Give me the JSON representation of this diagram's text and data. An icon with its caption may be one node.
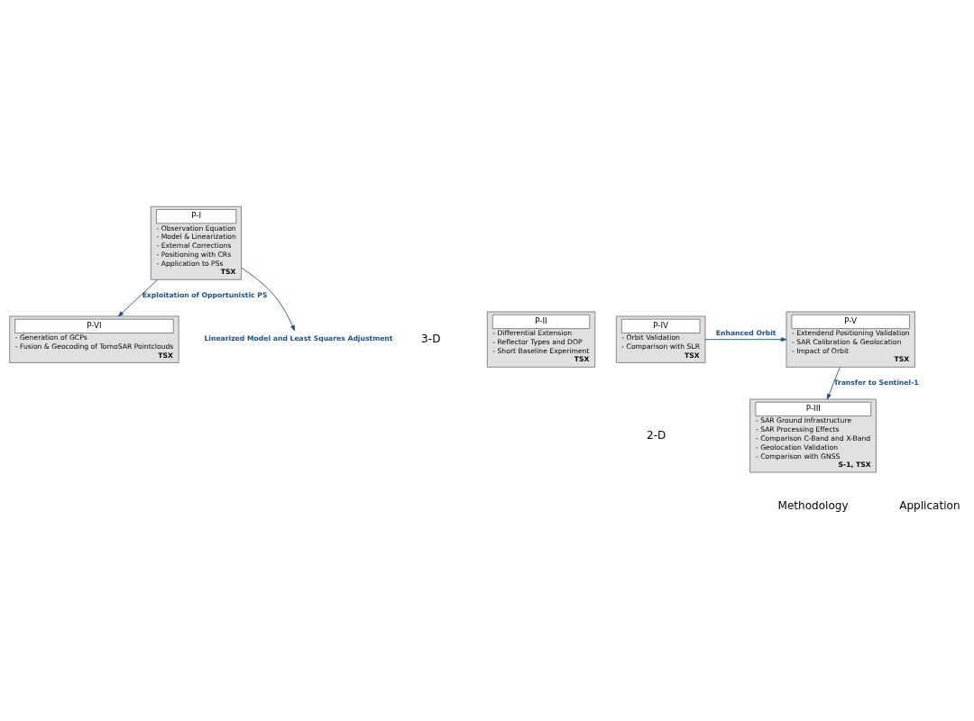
{
  "diagram": {
    "nodes": [
      {
        "text": [
          "P-I",
          "- Observation Equation",
          "- Model & Linearization",
          "- External Corrections",
          "- Positioning with CRs",
          "- Application to PSs",
          "TSX"
        ]
      },
      {
        "text": [
          "P-II",
          "- Differential Extension",
          "- Reflector Types and DOP",
          "- Short Baseline Experiment",
          "TSX"
        ]
      },
      {
        "text": [
          "P-VI",
          "- Generation of GCPs",
          "- Fusion & Geocoding of TomoSAR Pointclouds",
          "TSX"
        ]
      },
      {
        "text": [
          "Linearized Model and Least Squares Adjustment"
        ]
      },
      {
        "text": [
          "P-V",
          "- Extendend Positioning Validation",
          "- SAR Calibration & Geolocation",
          "- Impact of Orbit",
          "TSX"
        ]
      },
      {
        "text": [
          "P-IV",
          "- Orbit Validation",
          "- Comparison with SLR",
          "TSX"
        ]
      },
      {
        "text": [
          "P-III",
          "- SAR Ground Infrastructure",
          "- SAR Processing Effects",
          "- Comparison C-Band and X-Band",
          "- Geolocation Validation",
          "- Comparison with GNSS",
          "S-1, TSX"
        ]
      }
    ],
    "edges": [
      {
        "from": 0,
        "to": 2,
        "arrow": "to",
        "label": "Exploitation of Opportunistic PS"
      },
      {
        "from": 0,
        "to": 3,
        "arrow": "to"
      },
      {
        "from": 5,
        "to": 4,
        "arrow": "to",
        "label": "Enhanced Orbit"
      },
      {
        "from": 4,
        "to": 6,
        "arrow": "to",
        "label": "Transfer to Sentinel-1"
      }
    ],
    "labels": [
      "3-D",
      "2-D",
      "Methodology",
      "Application"
    ]
  }
}
